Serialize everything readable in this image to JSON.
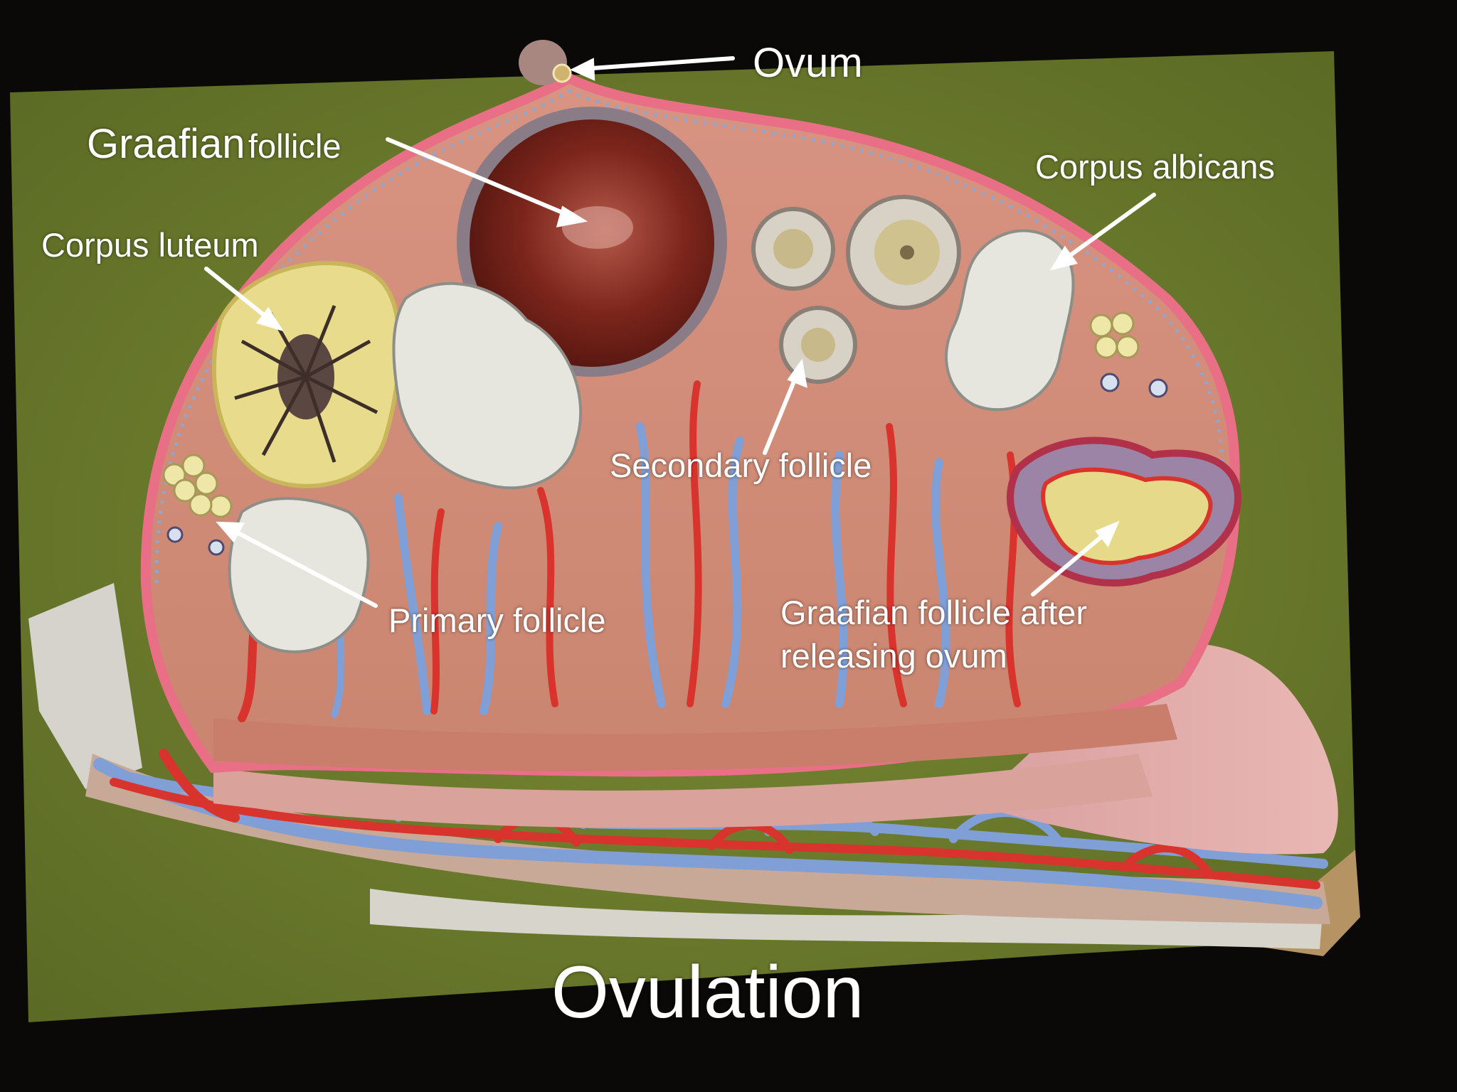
{
  "labels": {
    "ovum": "Ovum",
    "graafian_word": "Graafian",
    "graafian_follicle_word": "follicle",
    "corpus_luteum": "Corpus luteum",
    "corpus_albicans": "Corpus albicans",
    "secondary_follicle": "Secondary follicle",
    "primary_follicle": "Primary follicle",
    "graafian_after_line1": "Graafian follicle after",
    "graafian_after_line2": "releasing ovum"
  },
  "title": "Ovulation",
  "colors": {
    "background": "#0b0908",
    "board": "#6b7a2c",
    "tissue": "#d68f78",
    "cortex_edge": "#e96f86",
    "graafian_follicle": "#7a2318",
    "corpus_luteum": "#e8dc8c",
    "corpus_albicans": "#e6e6df",
    "vein": "#7f9fd6",
    "artery": "#d8332d",
    "label_text": "#ffffff"
  }
}
